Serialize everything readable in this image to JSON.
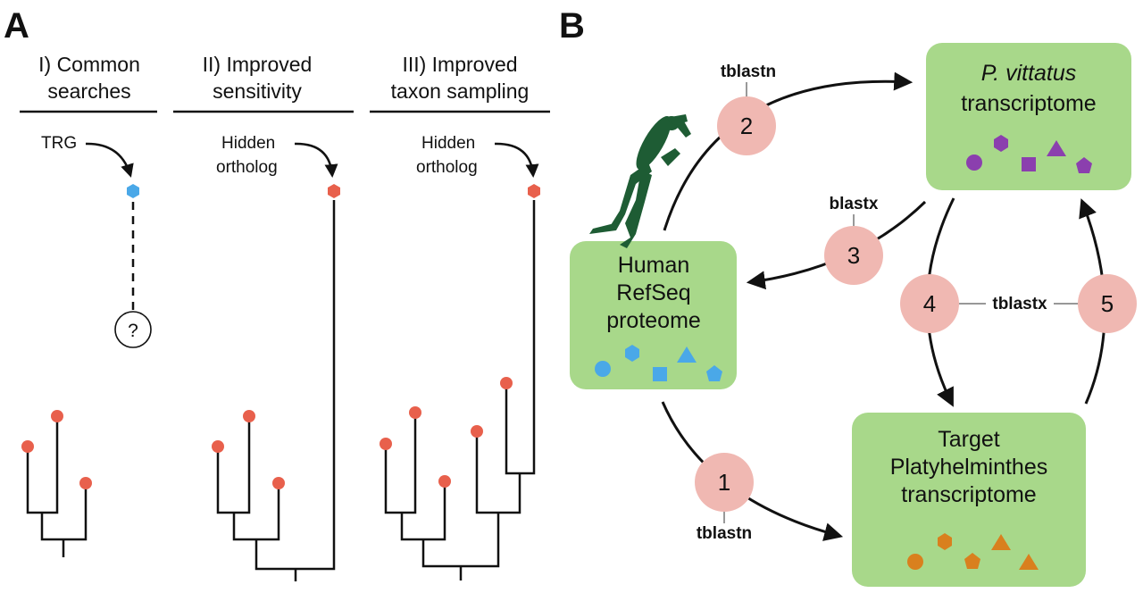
{
  "panel_a": {
    "label": "A",
    "columns": [
      {
        "title_line1": "I) Common",
        "title_line2": "searches",
        "annotation_line1": "TRG",
        "annotation_line2": ""
      },
      {
        "title_line1": "II) Improved",
        "title_line2": "sensitivity",
        "annotation_line1": "Hidden",
        "annotation_line2": "ortholog"
      },
      {
        "title_line1": "III) Improved",
        "title_line2": "taxon sampling",
        "annotation_line1": "Hidden",
        "annotation_line2": "ortholog"
      }
    ],
    "unknown_node": "?"
  },
  "panel_b": {
    "label": "B",
    "boxes": {
      "pvittatus": {
        "line1": "P. vittatus",
        "line2": "transcriptome"
      },
      "human": {
        "line1": "Human",
        "line2": "RefSeq",
        "line3": "proteome"
      },
      "target": {
        "line1": "Target",
        "line2": "Platyhelminthes",
        "line3": "transcriptome"
      }
    },
    "steps": [
      "1",
      "2",
      "3",
      "4",
      "5"
    ],
    "tools": {
      "step1": "tblastn",
      "step2": "tblastn",
      "step3": "blastx",
      "step45": "tblastx"
    }
  },
  "colors": {
    "box_fill": "#a8d88a",
    "step_circle": "#f0b8b2",
    "tip_red": "#e8604c",
    "query_blue": "#4aa8e8",
    "purple": "#8b3fae",
    "blue": "#4aa8e8",
    "orange": "#d9801e",
    "frog": "#1e5c34"
  }
}
